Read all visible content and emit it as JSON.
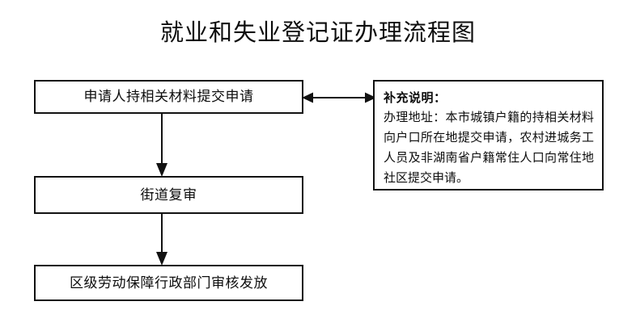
{
  "page": {
    "title": "就业和失业登记证办理流程图",
    "background_color": "#ffffff",
    "line_color": "#121212",
    "text_color": "#0d0d0d"
  },
  "flowchart": {
    "nodes": [
      {
        "id": "apply",
        "label": "申请人持相关材料提交申请",
        "shape": "rectangle"
      },
      {
        "id": "review",
        "label": "街道复审",
        "shape": "rectangle"
      },
      {
        "id": "issue",
        "label": "区级劳动保障行政部门审核发放",
        "shape": "rectangle"
      }
    ],
    "connectors": [
      {
        "id": "apply-review",
        "from": "apply",
        "to": "review",
        "direction": "down",
        "arrowheads": "single"
      },
      {
        "id": "review-issue",
        "from": "review",
        "to": "issue",
        "direction": "down",
        "arrowheads": "single"
      },
      {
        "id": "apply-note",
        "from": "apply",
        "to": "note",
        "direction": "horizontal",
        "arrowheads": "double"
      }
    ]
  },
  "note": {
    "heading": "补充说明：",
    "body": "办理地址：本市城镇户籍的持相关材料向户口所在地提交申请，农村进城务工人员及非湖南省户籍常住人口向常住地社区提交申请。"
  }
}
